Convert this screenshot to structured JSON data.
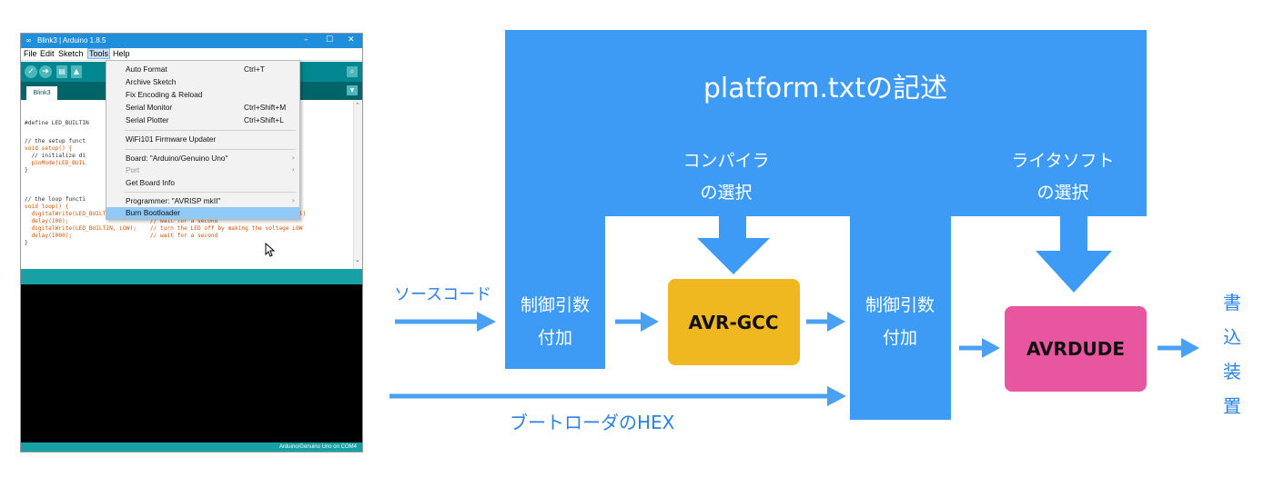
{
  "ide": {
    "logo": "∞",
    "window_title": "Blink3 | Arduino 1.8.5",
    "window_controls": {
      "minimize": "–",
      "maximize": "☐",
      "close": "✕"
    },
    "menubar": [
      "File",
      "Edit",
      "Sketch",
      "Tools",
      "Help"
    ],
    "active_menu": "Tools",
    "toolbar_icons": [
      "verify-icon",
      "upload-icon",
      "new-icon",
      "open-icon",
      "serial-monitor-icon"
    ],
    "tab": "Blink3",
    "tools_menu": [
      {
        "label": "Auto Format",
        "shortcut": "Ctrl+T"
      },
      {
        "label": "Archive Sketch",
        "shortcut": ""
      },
      {
        "label": "Fix Encoding & Reload",
        "shortcut": ""
      },
      {
        "label": "Serial Monitor",
        "shortcut": "Ctrl+Shift+M"
      },
      {
        "label": "Serial Plotter",
        "shortcut": "Ctrl+Shift+L"
      },
      {
        "label": "WiFi101 Firmware Updater",
        "shortcut": ""
      },
      {
        "label": "Board: \"Arduino/Genuino Uno\"",
        "shortcut": "",
        "submenu": true
      },
      {
        "label": "Port",
        "shortcut": "",
        "submenu": true,
        "disabled": true
      },
      {
        "label": "Get Board Info",
        "shortcut": ""
      },
      {
        "label": "Programmer: \"AVRISP mkII\"",
        "shortcut": "",
        "submenu": true
      },
      {
        "label": "Burn Bootloader",
        "shortcut": "",
        "highlighted": true
      }
    ],
    "code_lines": [
      "#define LED_BUILTIN",
      "// the setup funct",
      "void setup() {",
      "  // initialize di",
      "  pinMode(LED_BUIL",
      "}",
      "// the loop functi",
      "void loop() {",
      "  digitalWrite(LED_BUILTIN, HIGH);   // turn the LED on (HIGH is the voltage level)",
      "  delay(100);                        // wait for a second",
      "  digitalWrite(LED_BUILTIN, LOW);    // turn the LED off by making the voltage LOW",
      "  delay(1000);                       // wait for a second",
      "}"
    ],
    "status_text": "Arduino/Genuino Uno on COM4"
  },
  "diagram": {
    "platform_title": "platform.txtの記述",
    "compiler_select": [
      "コンパイラ",
      "の選択"
    ],
    "writer_select": [
      "ライタソフト",
      "の選択"
    ],
    "source_code": "ソースコード",
    "args1": [
      "制御引数",
      "付加"
    ],
    "avr_gcc": "AVR-GCC",
    "args2": [
      "制御引数",
      "付加"
    ],
    "avrdude": "AVRDUDE",
    "bootloader_hex": "ブートローダのHEX",
    "output_vertical": [
      "書",
      "込",
      "装",
      "置"
    ],
    "colors": {
      "blue": "#3d9bf5",
      "arrow_blue": "#4aa1f2",
      "gcc_fill": "#f0b820",
      "avrdude_fill": "#e8569f",
      "label_blue": "#2b82e4"
    }
  }
}
